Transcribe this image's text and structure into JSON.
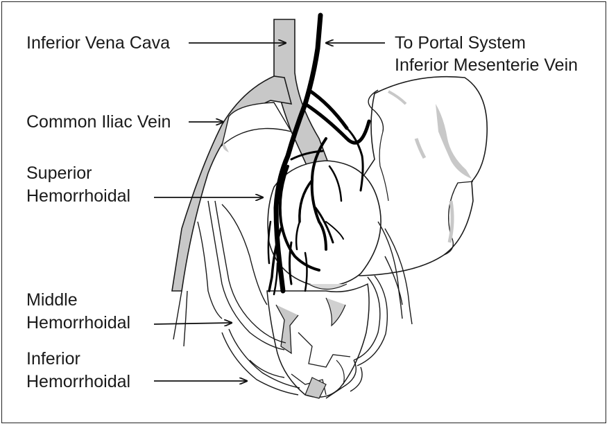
{
  "labels": {
    "ivc": "Inferior Vena Cava",
    "portal_line1": "To Portal System",
    "portal_line2": "Inferior Mesenterie Vein",
    "common_iliac": "Common Iliac Vein",
    "superior_line1": "Superior",
    "superior_line2": "Hemorrhoidal",
    "middle_line1": "Middle",
    "middle_line2": "Hemorrhoidal",
    "inferior_line1": "Inferior",
    "inferior_line2": "Hemorrhoidal"
  },
  "colors": {
    "vein_fill": "#c8c8c8",
    "vessel_dark": "#000000",
    "outline": "#1a1a1a"
  }
}
